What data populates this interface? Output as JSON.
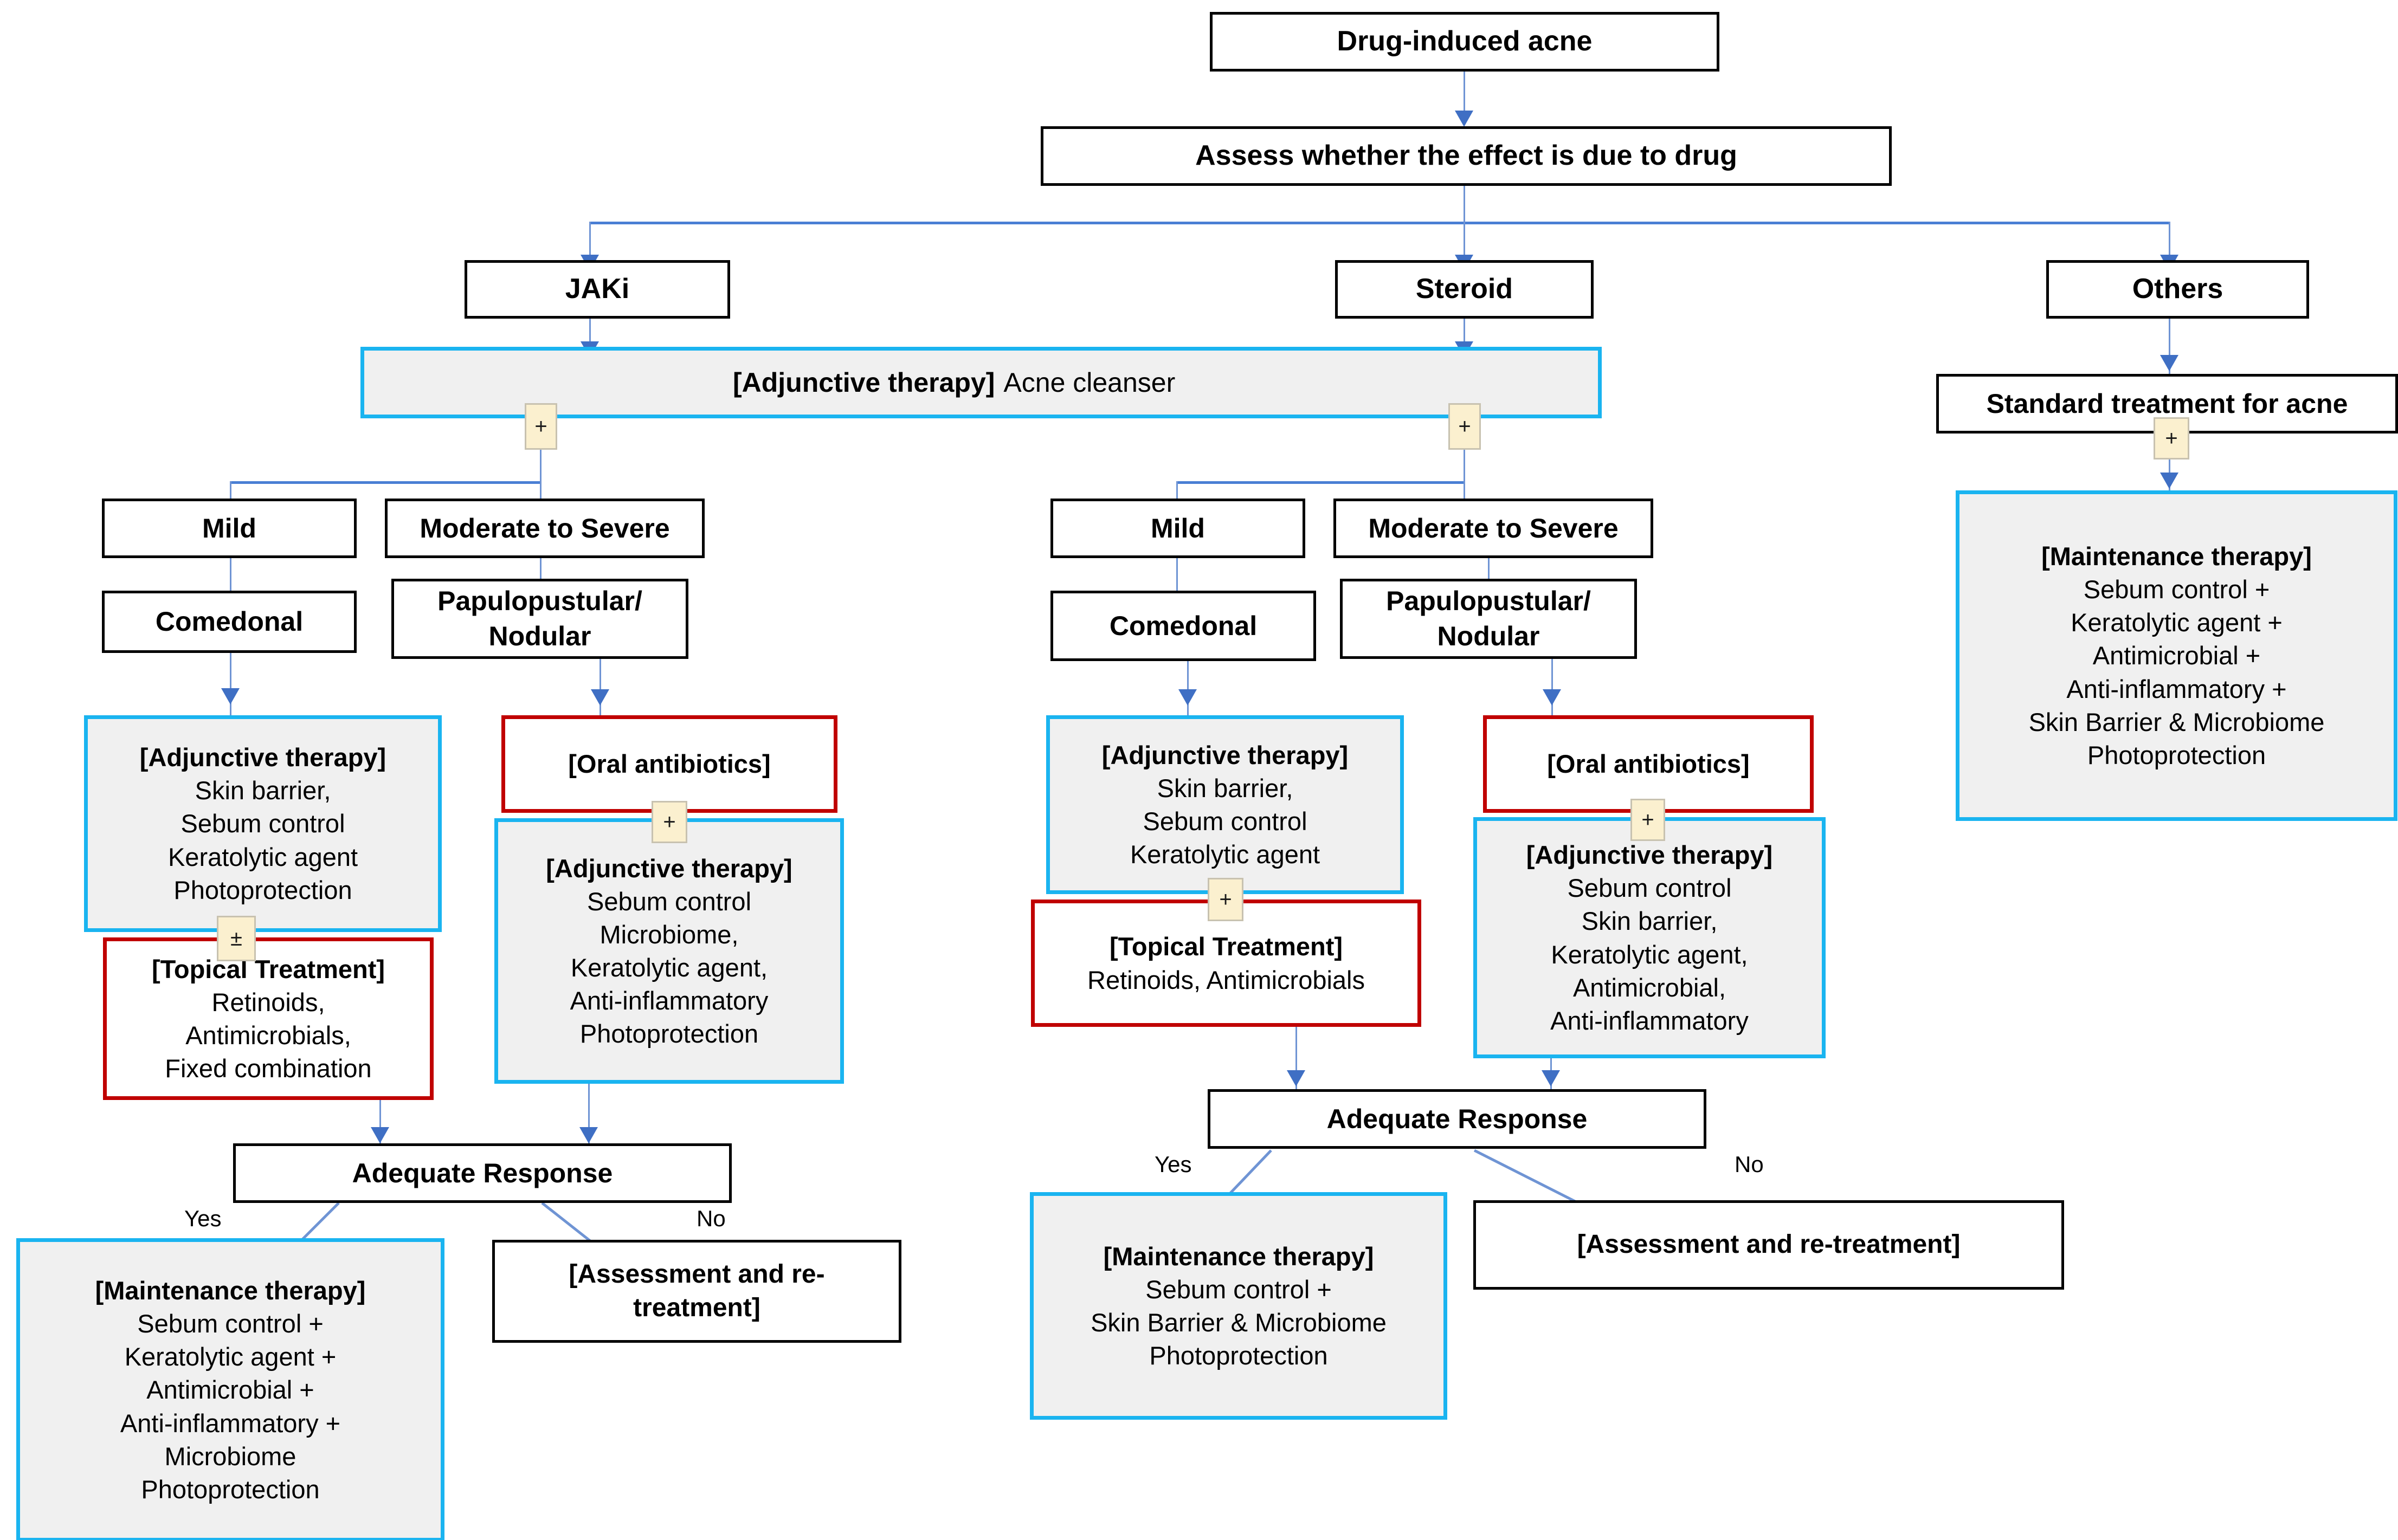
{
  "diagram": {
    "title": "Drug-induced acne treatment algorithm",
    "colors": {
      "cyan_border": "#1ab4f0",
      "red_border": "#c00000",
      "black_border": "#000000",
      "grey_fill": "#f0f0f0",
      "arrow_blue": "#4a7fd4",
      "operator_fill": "#fbf0cf"
    }
  },
  "nodes": {
    "root": {
      "label": "Drug-induced acne"
    },
    "assess": {
      "label": "Assess whether the effect is due to drug"
    },
    "branch_jaki": {
      "label": "JAKi"
    },
    "branch_steroid": {
      "label": "Steroid"
    },
    "branch_others": {
      "label": "Others"
    },
    "cleanser": {
      "title": "[Adjunctive therapy]",
      "body": "Acne cleanser"
    },
    "jaki_mild": {
      "label": "Mild"
    },
    "jaki_modsev": {
      "label": "Moderate to Severe"
    },
    "jaki_comedonal": {
      "label": "Comedonal"
    },
    "jaki_papulo": {
      "line1": "Papulopustular/",
      "line2": "Nodular"
    },
    "jaki_adj_mild": {
      "title": "[Adjunctive therapy]",
      "lines": [
        "Skin barrier,",
        "Sebum control",
        "Keratolytic agent",
        "Photoprotection"
      ]
    },
    "jaki_topical": {
      "title": "[Topical Treatment]",
      "lines": [
        "Retinoids,",
        "Antimicrobials,",
        "Fixed combination"
      ]
    },
    "jaki_oral_ab": {
      "title": "[Oral antibiotics]"
    },
    "jaki_adj_sev": {
      "title": "[Adjunctive therapy]",
      "lines": [
        "Sebum control",
        "Microbiome,",
        "Keratolytic agent,",
        "Anti-inflammatory",
        "Photoprotection"
      ]
    },
    "jaki_response": {
      "label": "Adequate Response"
    },
    "jaki_maintenance": {
      "title": "[Maintenance therapy]",
      "lines": [
        "Sebum control +",
        "Keratolytic agent +",
        "Antimicrobial +",
        "Anti-inflammatory +",
        "Microbiome",
        "Photoprotection"
      ]
    },
    "jaki_reassess": {
      "line1": "[Assessment and re-",
      "line2": "treatment]"
    },
    "ster_mild": {
      "label": "Mild"
    },
    "ster_modsev": {
      "label": "Moderate to Severe"
    },
    "ster_comedonal": {
      "label": "Comedonal"
    },
    "ster_papulo": {
      "line1": "Papulopustular/",
      "line2": "Nodular"
    },
    "ster_adj_mild": {
      "title": "[Adjunctive therapy]",
      "lines": [
        "Skin barrier,",
        "Sebum control",
        "Keratolytic agent"
      ]
    },
    "ster_topical": {
      "title": "[Topical Treatment]",
      "lines": [
        "Retinoids, Antimicrobials"
      ]
    },
    "ster_oral_ab": {
      "title": "[Oral antibiotics]"
    },
    "ster_adj_sev": {
      "title": "[Adjunctive therapy]",
      "lines": [
        "Sebum control",
        "Skin barrier,",
        "Keratolytic agent,",
        "Antimicrobial,",
        "Anti-inflammatory"
      ]
    },
    "ster_response": {
      "label": "Adequate Response"
    },
    "ster_maintenance": {
      "title": "[Maintenance therapy]",
      "lines": [
        "Sebum control +",
        "Skin Barrier & Microbiome",
        "Photoprotection"
      ]
    },
    "ster_reassess": {
      "label": "[Assessment and re-treatment]"
    },
    "others_standard": {
      "label": "Standard treatment for acne"
    },
    "others_maintenance": {
      "title": "[Maintenance therapy]",
      "lines": [
        "Sebum control +",
        "Keratolytic agent +",
        "Antimicrobial +",
        "Anti-inflammatory +",
        "Skin Barrier & Microbiome",
        "Photoprotection"
      ]
    }
  },
  "operators": {
    "plus": "+",
    "plusminus": "±"
  },
  "edge_labels": {
    "jaki_yes": "Yes",
    "jaki_no": "No",
    "ster_yes": "Yes",
    "ster_no": "No"
  }
}
